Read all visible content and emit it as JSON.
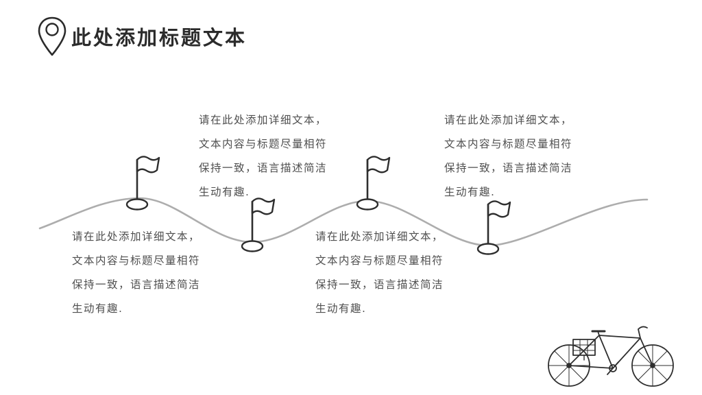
{
  "slide": {
    "title": "此处添加标题文本",
    "background": "#ffffff"
  },
  "colors": {
    "title_text": "#2b2b2b",
    "body_text": "#4f4f4f",
    "wave_line": "#adadad",
    "sketch_ink": "#2e2e2e"
  },
  "icons": {
    "header": "location-pin-icon",
    "milestones": "flag-marker-icon",
    "decoration": "bicycle-sketch-icon"
  },
  "text_blocks": [
    {
      "id": "top-left",
      "lines": [
        "请在此处添加详细文本，",
        "文本内容与标题尽量相符",
        "保持一致，语言描述简洁",
        "生动有趣."
      ]
    },
    {
      "id": "top-right",
      "lines": [
        "请在此处添加详细文本，",
        "文本内容与标题尽量相符",
        "保持一致，语言描述简洁",
        "生动有趣."
      ]
    },
    {
      "id": "bottom-left",
      "lines": [
        "请在此处添加详细文本，",
        "文本内容与标题尽量相符",
        "保持一致，语言描述简洁",
        "生动有趣."
      ]
    },
    {
      "id": "bottom-right",
      "lines": [
        "请在此处添加详细文本，",
        "文本内容与标题尽量相符",
        "保持一致，语言描述简洁",
        "生动有趣."
      ]
    }
  ]
}
